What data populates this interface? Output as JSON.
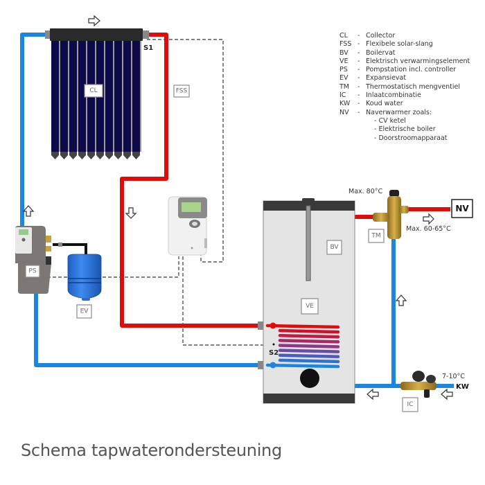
{
  "caption": "Schema tapwaterondersteuning",
  "legend": [
    {
      "abbr": "CL",
      "desc": "Collector"
    },
    {
      "abbr": "FSS",
      "desc": "Flexibele solar-slang"
    },
    {
      "abbr": "BV",
      "desc": "Boilervat"
    },
    {
      "abbr": "VE",
      "desc": "Elektrisch verwarmingselement"
    },
    {
      "abbr": "PS",
      "desc": "Pompstation incl. controller"
    },
    {
      "abbr": "EV",
      "desc": "Expansievat"
    },
    {
      "abbr": "TM",
      "desc": "Thermostatisch mengventiel"
    },
    {
      "abbr": "IC",
      "desc": "Inlaatcombinatie"
    },
    {
      "abbr": "KW",
      "desc": "Koud water"
    },
    {
      "abbr": "NV",
      "desc": "Naverwarmer zoals:"
    }
  ],
  "legend_sub": [
    "- CV ketel",
    "- Elektrische boiler",
    "- Doorstroomapparaat"
  ],
  "legend_separator": "-",
  "labels": {
    "cl": "CL",
    "fss": "FSS",
    "ps": "PS",
    "ev": "EV",
    "bv": "BV",
    "ve": "VE",
    "tm": "TM",
    "ic": "IC",
    "nv": "NV",
    "kw": "KW"
  },
  "sensors": {
    "s1": "S1",
    "s2": "S2"
  },
  "temperatures": {
    "max_boiler_out": "Max. 80°C",
    "max_mixed": "Max. 60-65°C",
    "cold_water": "7-10°C"
  },
  "colors": {
    "hot_pipe": "#e10b0b",
    "cold_pipe": "#1b86e0",
    "collector_tubes": "#0d0a4a",
    "boiler_body": "#e4e4e4",
    "expansion_vessel": "#2f7de0",
    "valve_brass": "#c9a13a"
  }
}
